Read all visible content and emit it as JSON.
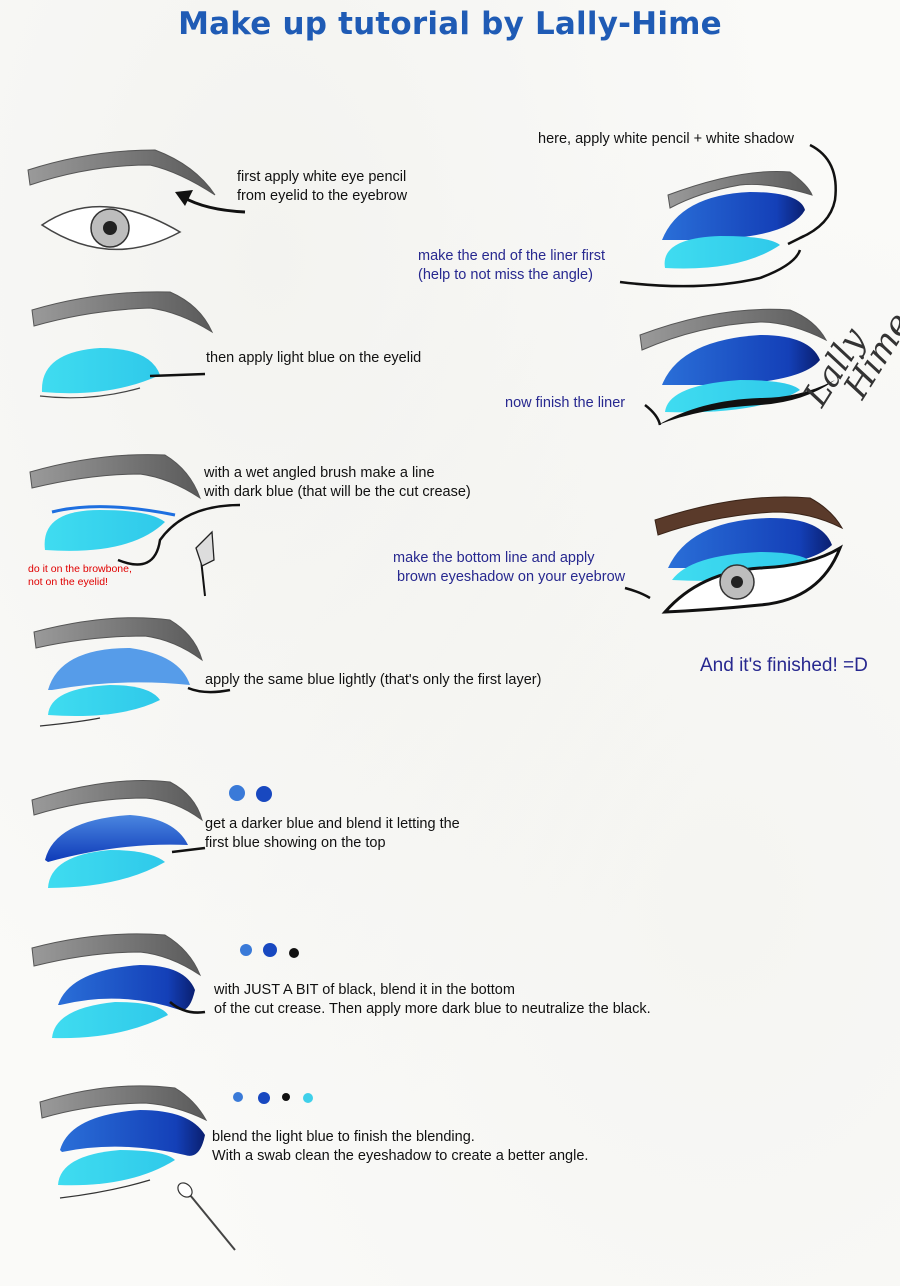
{
  "title": "Make up tutorial by Lally-Hime",
  "steps": {
    "s1": [
      "first apply white eye pencil",
      "from eyelid to the eyebrow"
    ],
    "s2": [
      "then apply light blue on the eyelid"
    ],
    "s3": [
      "with a wet angled brush make a line",
      "with dark blue (that will be the cut crease)"
    ],
    "s3_note": [
      "do it on the browbone,",
      "not on the eyelid!"
    ],
    "s4": [
      "apply the same blue lightly (that's only the first layer)"
    ],
    "s5": [
      "get a darker blue and blend it letting the",
      "first blue showing on the top"
    ],
    "s6": [
      "with JUST A BIT of black, blend it in the bottom",
      "of the cut crease. Then apply more dark blue to neutralize the black."
    ],
    "s7": [
      "blend the light blue to finish the blending.",
      "With a swab clean the eyeshadow to create a better angle."
    ],
    "r1_top": [
      "here, apply white pencil + white shadow"
    ],
    "r1_liner": [
      "make the end of the liner first",
      "(help to not miss the angle)"
    ],
    "r2": [
      "now finish the liner"
    ],
    "r3": [
      "make the bottom line and apply",
      "brown eyeshadow on your eyebrow"
    ],
    "finished": "And it's finished! =D"
  },
  "signature": [
    "Lally",
    "Hime"
  ],
  "colors": {
    "title": "#1f5bb5",
    "light_blue": "#33d7ee",
    "dark_blue": "#1750c8",
    "navy_text": "#27288f",
    "note_red": "#e00000",
    "brow_brown": "#5a3a2a"
  }
}
